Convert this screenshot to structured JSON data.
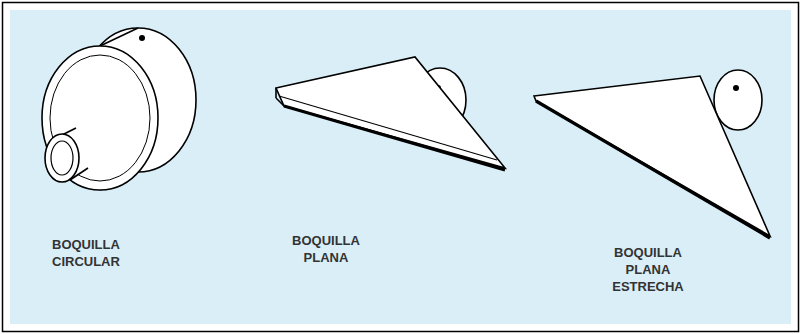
{
  "diagram": {
    "labels": [
      "BOQUILLA CIRCULAR",
      "BOQUILLA PLANA",
      "BOQUILLA PLANA ESTRECHA"
    ]
  }
}
